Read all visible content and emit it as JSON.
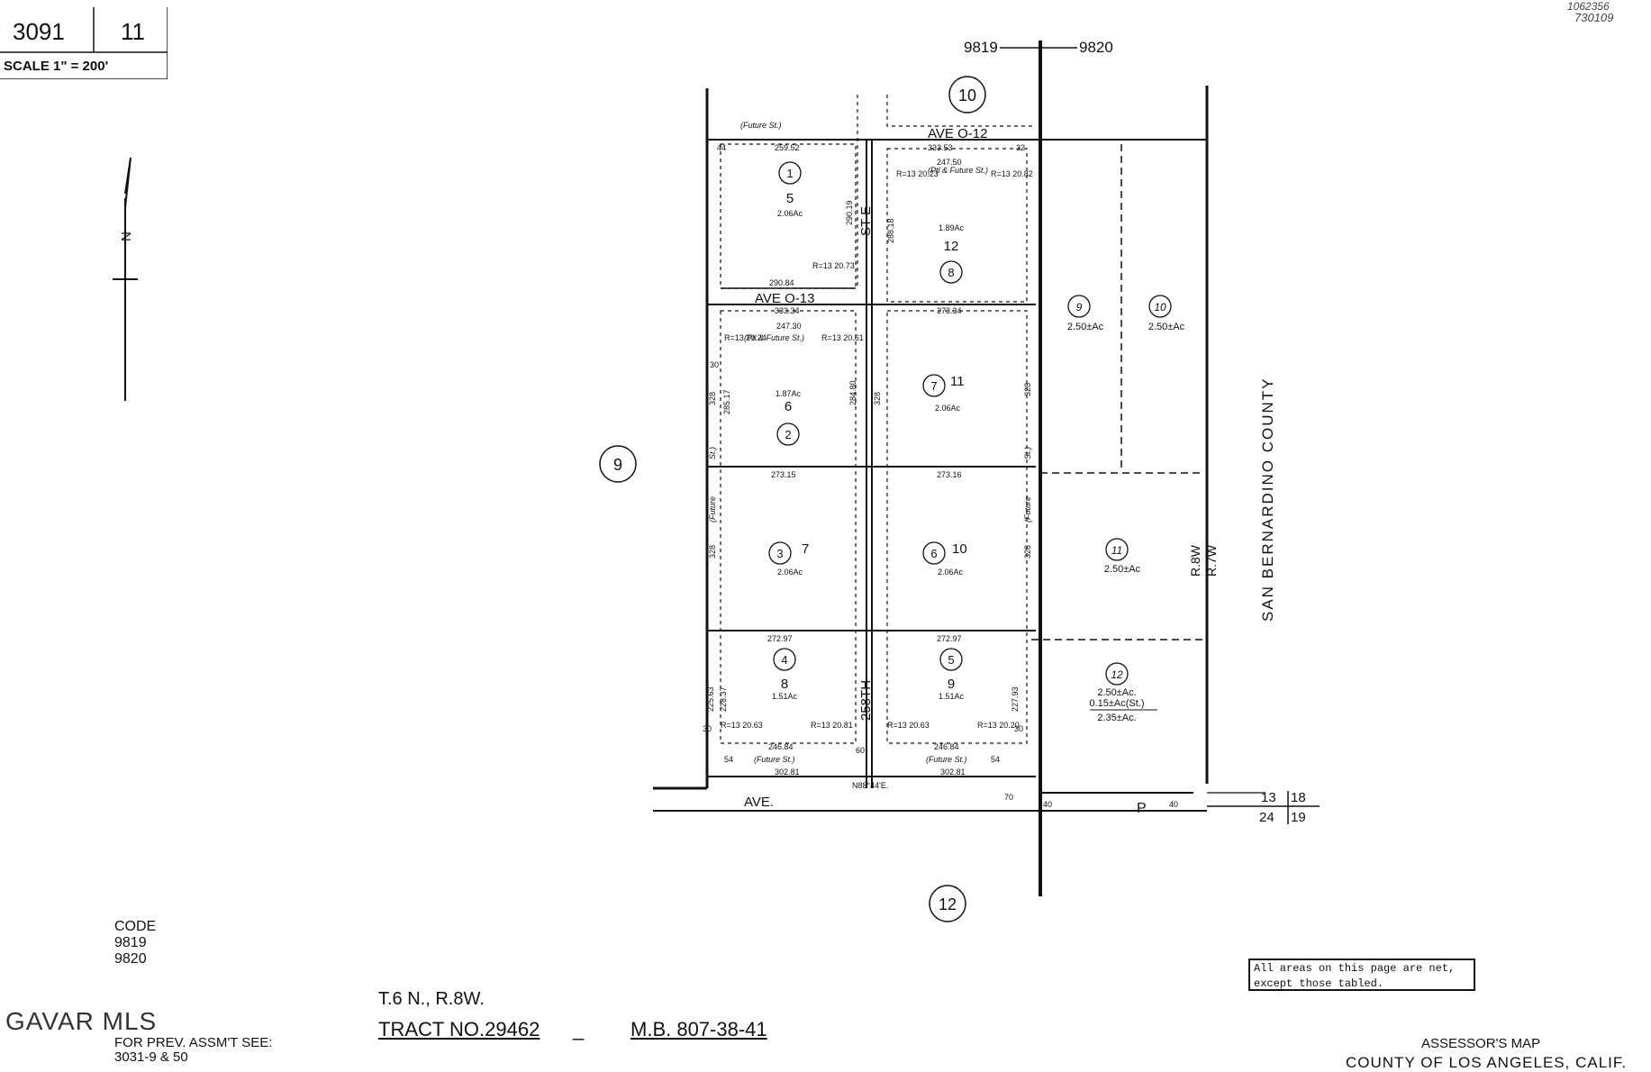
{
  "header": {
    "book": "3091",
    "page": "11",
    "scale": "SCALE 1\" =   200'"
  },
  "corner_stamp": {
    "line1": "1062356",
    "line2": "730109"
  },
  "codes_top": {
    "left": "9819",
    "right": "9820"
  },
  "circled_numbers": {
    "north": "10",
    "west": "9",
    "south": "12"
  },
  "streets": {
    "ave_o12": "AVE  O-12",
    "ave_o13": "AVE  O-13",
    "ave_p": "AVE.",
    "ave_p_letter": "P",
    "st_e": "ST E",
    "st_258th": "258TH"
  },
  "parcels": [
    {
      "parcel": "1",
      "lot": "5",
      "area": "2.06Ac"
    },
    {
      "parcel": "2",
      "lot": "6",
      "area": "1.87Ac"
    },
    {
      "parcel": "3",
      "lot": "7",
      "area": "2.06Ac"
    },
    {
      "parcel": "4",
      "lot": "8",
      "area": "1.51Ac"
    },
    {
      "parcel": "5",
      "lot": "9",
      "area": "1.51Ac"
    },
    {
      "parcel": "6",
      "lot": "10",
      "area": "2.06Ac"
    },
    {
      "parcel": "7",
      "lot": "11",
      "area": "2.06Ac"
    },
    {
      "parcel": "8",
      "lot": "12",
      "area": "1.89Ac"
    }
  ],
  "east_parcels": [
    {
      "parcel": "9",
      "area": "2.50±Ac"
    },
    {
      "parcel": "10",
      "area": "2.50±Ac"
    },
    {
      "parcel": "11",
      "area": "2.50±Ac"
    },
    {
      "parcel": "12",
      "area": "2.50±Ac.",
      "street": "0.15±Ac(St.)",
      "net": "2.35±Ac."
    }
  ],
  "dimensions": {
    "d_259_52": "259.52",
    "d_333_53": "333.53",
    "d_247_50": "247.50",
    "d_290_84": "290.84",
    "d_333_34": "333.34",
    "d_247_30": "247.30",
    "d_273_34": "273.34",
    "d_273_15": "273.15",
    "d_273_16": "273.16",
    "d_272_97": "272.97",
    "d_246_84": "246.84",
    "d_302_81": "302.81",
    "d_328": "328",
    "d_284_80": "284.80",
    "d_285_17": "285.17",
    "d_290_19": "290.19",
    "d_288_18": "288.18",
    "d_225_63": "225.63",
    "d_228_37": "228.37",
    "d_227_93": "227.93",
    "d_30": "30",
    "d_54": "54",
    "d_60": "60",
    "d_70": "70",
    "d_40": "40",
    "d_44": "44",
    "d_32": "32",
    "radius_20_73": "R=13 20.73",
    "radius_20_23": "R=13 20.23",
    "radius_20_82": "R=13 20.82",
    "radius_20_24": "R=13 20.24",
    "radius_20_61": "R=13 20.61",
    "radius_20_63": "R=13 20.63",
    "radius_20_81": "R=13 20.81",
    "radius_20_20": "R=13 20.20",
    "bearing": "N88°44'E.",
    "future_st": "(Future St.)",
    "ptl_future": "(Ptl & Future St.)",
    "future_vert": "(Future",
    "st_vert": "St.)"
  },
  "section_grid": {
    "tl": "13",
    "tr": "18",
    "bl": "24",
    "br": "19"
  },
  "range_labels": {
    "r8w": "R.8W",
    "r7w": "R.7W"
  },
  "county_label": "SAN BERNARDINO COUNTY",
  "north_arrow": "N",
  "code_block": "CODE\n9819\n9820",
  "logo": "GAVAR MLS",
  "prev_assmt": "FOR PREV. ASSM'T SEE:\n3031-9 & 50",
  "township": "T.6 N., R.8W.",
  "tract": "TRACT  NO.29462",
  "tract_dash": "_",
  "map_book": "M.B. 807-38-41",
  "note": "All areas on this page are net, except those tabled.",
  "assessor_label": "ASSESSOR'S MAP",
  "county_name": "COUNTY OF LOS ANGELES, CALIF."
}
